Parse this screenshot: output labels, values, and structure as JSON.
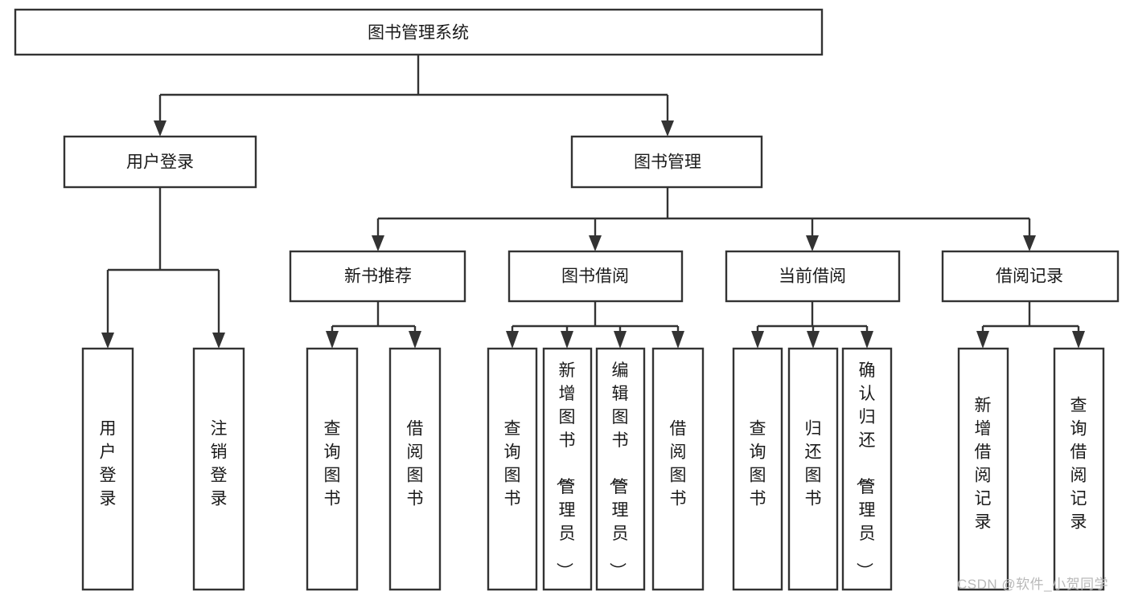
{
  "diagram": {
    "type": "tree",
    "title": "图书管理系统",
    "watermark": "CSDN @软件_小贺同学",
    "colors": {
      "stroke": "#333333",
      "box_fill": "#ffffff",
      "text": "#1a1a1a",
      "watermark": "#b9b9b9",
      "background": "#ffffff"
    },
    "root": {
      "label": "图书管理系统"
    },
    "level2": [
      {
        "label": "用户登录"
      },
      {
        "label": "图书管理"
      }
    ],
    "level3": [
      {
        "label": "新书推荐"
      },
      {
        "label": "图书借阅"
      },
      {
        "label": "当前借阅"
      },
      {
        "label": "借阅记录"
      }
    ],
    "leaves": {
      "user_login": [
        {
          "label": "用户登录"
        },
        {
          "label": "注销登录"
        }
      ],
      "new_book_recommend": [
        {
          "label": "查询图书"
        },
        {
          "label": "借阅图书"
        }
      ],
      "book_borrow": [
        {
          "label": "查询图书"
        },
        {
          "label": "新增图书（管理员）"
        },
        {
          "label": "编辑图书（管理员）"
        },
        {
          "label": "借阅图书"
        }
      ],
      "current_borrow": [
        {
          "label": "查询图书"
        },
        {
          "label": "归还图书"
        },
        {
          "label": "确认归还（管理员）"
        }
      ],
      "borrow_record": [
        {
          "label": "新增借阅记录"
        },
        {
          "label": "查询借阅记录"
        }
      ]
    }
  },
  "chart_data": {
    "type": "table",
    "title": "图书管理系统 功能结构图",
    "nodes": [
      {
        "id": "root",
        "label": "图书管理系统",
        "level": 0,
        "parent": null
      },
      {
        "id": "n-user-login",
        "label": "用户登录",
        "level": 1,
        "parent": "root"
      },
      {
        "id": "n-book-manage",
        "label": "图书管理",
        "level": 1,
        "parent": "root"
      },
      {
        "id": "n-new-book",
        "label": "新书推荐",
        "level": 2,
        "parent": "n-book-manage"
      },
      {
        "id": "n-book-borrow",
        "label": "图书借阅",
        "level": 2,
        "parent": "n-book-manage"
      },
      {
        "id": "n-current-borrow",
        "label": "当前借阅",
        "level": 2,
        "parent": "n-book-manage"
      },
      {
        "id": "n-borrow-record",
        "label": "借阅记录",
        "level": 2,
        "parent": "n-book-manage"
      },
      {
        "id": "l-login-1",
        "label": "用户登录",
        "level": 2,
        "parent": "n-user-login"
      },
      {
        "id": "l-login-2",
        "label": "注销登录",
        "level": 2,
        "parent": "n-user-login"
      },
      {
        "id": "l-new-1",
        "label": "查询图书",
        "level": 3,
        "parent": "n-new-book"
      },
      {
        "id": "l-new-2",
        "label": "借阅图书",
        "level": 3,
        "parent": "n-new-book"
      },
      {
        "id": "l-bor-1",
        "label": "查询图书",
        "level": 3,
        "parent": "n-book-borrow"
      },
      {
        "id": "l-bor-2",
        "label": "新增图书（管理员）",
        "level": 3,
        "parent": "n-book-borrow"
      },
      {
        "id": "l-bor-3",
        "label": "编辑图书（管理员）",
        "level": 3,
        "parent": "n-book-borrow"
      },
      {
        "id": "l-bor-4",
        "label": "借阅图书",
        "level": 3,
        "parent": "n-book-borrow"
      },
      {
        "id": "l-cur-1",
        "label": "查询图书",
        "level": 3,
        "parent": "n-current-borrow"
      },
      {
        "id": "l-cur-2",
        "label": "归还图书",
        "level": 3,
        "parent": "n-current-borrow"
      },
      {
        "id": "l-cur-3",
        "label": "确认归还（管理员）",
        "level": 3,
        "parent": "n-current-borrow"
      },
      {
        "id": "l-rec-1",
        "label": "新增借阅记录",
        "level": 3,
        "parent": "n-borrow-record"
      },
      {
        "id": "l-rec-2",
        "label": "查询借阅记录",
        "level": 3,
        "parent": "n-borrow-record"
      }
    ]
  }
}
